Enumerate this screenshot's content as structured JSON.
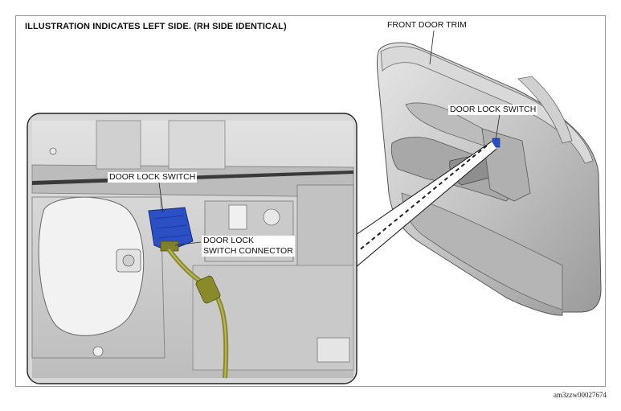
{
  "header": {
    "title": "ILLUSTRATION INDICATES LEFT SIDE. (RH SIDE IDENTICAL)"
  },
  "labels": {
    "front_door_trim": "FRONT DOOR TRIM",
    "door_lock_switch_right": "DOOR LOCK SWITCH",
    "door_lock_switch_detail": "DOOR LOCK SWITCH",
    "connector_line1": "DOOR LOCK",
    "connector_line2": "SWITCH CONNECTOR"
  },
  "footer": {
    "image_code": "am3zzw00027674"
  },
  "colors": {
    "switch_blue": "#2b4fc4",
    "harness_olive": "#8a8a2a",
    "panel_gray": "#cfcfcf"
  }
}
